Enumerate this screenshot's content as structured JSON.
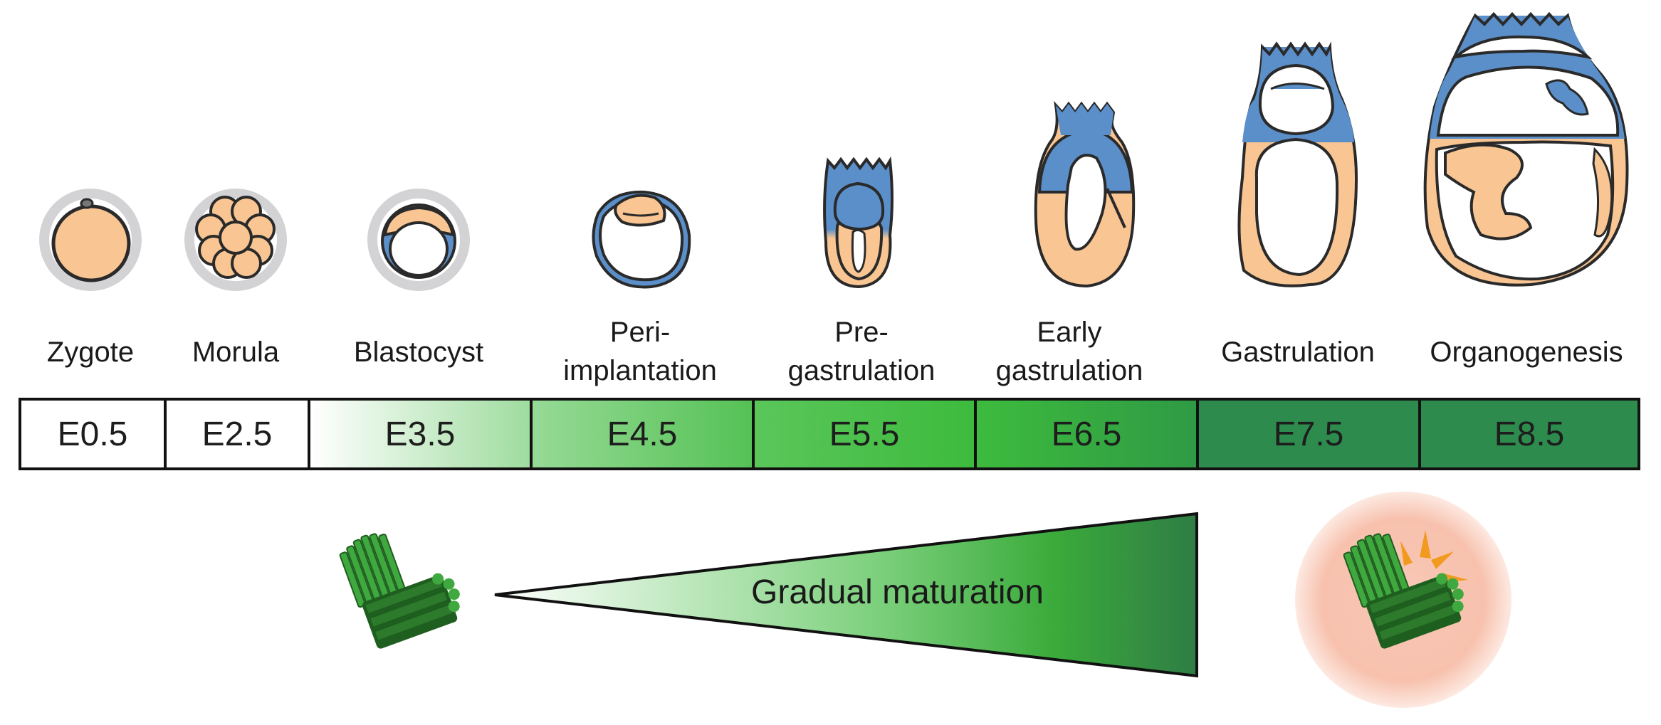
{
  "stages": [
    {
      "name": "Zygote",
      "day": "E0.5"
    },
    {
      "name": "Morula",
      "day": "E2.5"
    },
    {
      "name": "Blastocyst",
      "day": "E3.5"
    },
    {
      "name": "Peri-\nimplantation",
      "day": "E4.5"
    },
    {
      "name": "Pre-\ngastrulation",
      "day": "E5.5"
    },
    {
      "name": "Early\ngastrulation",
      "day": "E6.5"
    },
    {
      "name": "Gastrulation",
      "day": "E7.5"
    },
    {
      "name": "Organogenesis",
      "day": "E8.5"
    }
  ],
  "maturation_label": "Gradual maturation",
  "colors": {
    "embryonic_tissue": "#f9c592",
    "extraembryonic_tissue": "#5b8fc9",
    "zona_pellucida": "#d3d3d5",
    "outline": "#2a2a2a",
    "complex_dark_green": "#1e5e1e",
    "complex_light_green": "#3fa83f",
    "timeline_green_light": "#8fd88f",
    "timeline_green_mid": "#3dbb3d",
    "timeline_green_dark": "#2e8b4e",
    "spark_orange": "#f29a1f",
    "glow_pink": "#f6b9a6"
  },
  "icons": [
    "proteasome-complex-icon",
    "activated-proteasome-complex-icon",
    "maturation-wedge-icon"
  ]
}
